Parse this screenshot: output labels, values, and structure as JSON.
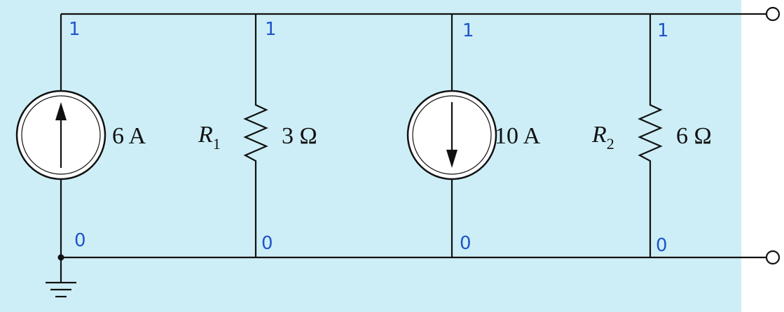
{
  "colors": {
    "panel": "#cdeef7",
    "wire": "#111111",
    "annotation": "#1f56c9"
  },
  "sources": [
    {
      "value": "6 A",
      "direction": "up"
    },
    {
      "value": "10 A",
      "direction": "down"
    }
  ],
  "resistors": [
    {
      "name": "R",
      "subscript": "1",
      "value": "3 Ω"
    },
    {
      "name": "R",
      "subscript": "2",
      "value": "6 Ω"
    }
  ],
  "annotations": {
    "top": [
      "1",
      "1",
      "1",
      "1"
    ],
    "bottom": [
      "0",
      "0",
      "0",
      "0"
    ]
  },
  "ground": {
    "icon": "ground-icon"
  }
}
